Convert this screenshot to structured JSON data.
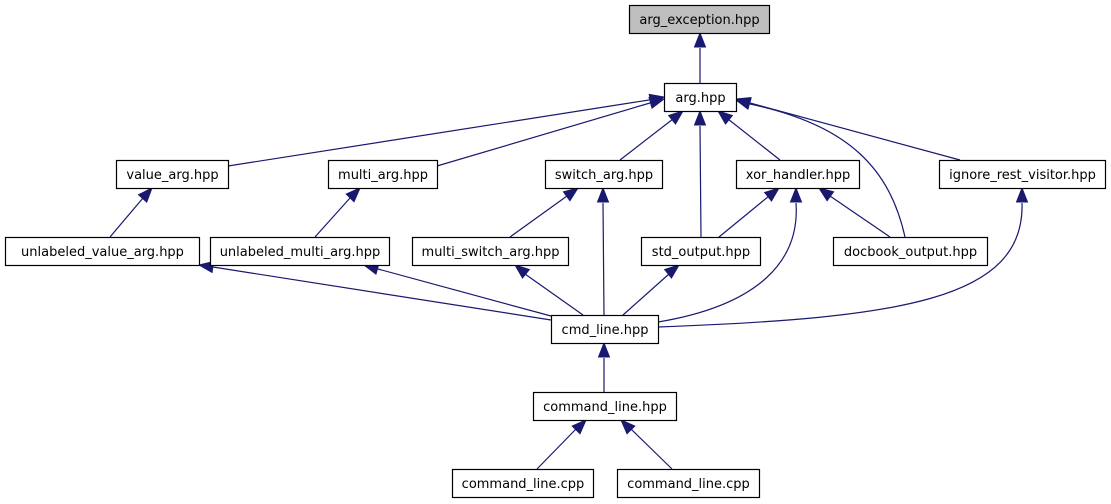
{
  "diagram": {
    "type": "include-dependency-graph",
    "edge_color": "#191970",
    "root_fill": "#bfbfbf",
    "nodes": [
      {
        "id": "arg_exception",
        "label": "arg_exception.hpp",
        "root": true
      },
      {
        "id": "arg",
        "label": "arg.hpp"
      },
      {
        "id": "value_arg",
        "label": "value_arg.hpp"
      },
      {
        "id": "multi_arg",
        "label": "multi_arg.hpp"
      },
      {
        "id": "switch_arg",
        "label": "switch_arg.hpp"
      },
      {
        "id": "xor_handler",
        "label": "xor_handler.hpp"
      },
      {
        "id": "ignore_rest_visitor",
        "label": "ignore_rest_visitor.hpp"
      },
      {
        "id": "unlabeled_value_arg",
        "label": "unlabeled_value_arg.hpp"
      },
      {
        "id": "unlabeled_multi_arg",
        "label": "unlabeled_multi_arg.hpp"
      },
      {
        "id": "multi_switch_arg",
        "label": "multi_switch_arg.hpp"
      },
      {
        "id": "std_output",
        "label": "std_output.hpp"
      },
      {
        "id": "docbook_output",
        "label": "docbook_output.hpp"
      },
      {
        "id": "cmd_line",
        "label": "cmd_line.hpp"
      },
      {
        "id": "command_line_hpp",
        "label": "command_line.hpp"
      },
      {
        "id": "command_line_cpp_1",
        "label": "command_line.cpp"
      },
      {
        "id": "command_line_cpp_2",
        "label": "command_line.cpp"
      }
    ],
    "edges": [
      {
        "from": "arg",
        "to": "arg_exception"
      },
      {
        "from": "value_arg",
        "to": "arg"
      },
      {
        "from": "multi_arg",
        "to": "arg"
      },
      {
        "from": "switch_arg",
        "to": "arg"
      },
      {
        "from": "std_output",
        "to": "arg"
      },
      {
        "from": "xor_handler",
        "to": "arg"
      },
      {
        "from": "docbook_output",
        "to": "arg"
      },
      {
        "from": "ignore_rest_visitor",
        "to": "arg"
      },
      {
        "from": "unlabeled_value_arg",
        "to": "value_arg"
      },
      {
        "from": "unlabeled_multi_arg",
        "to": "multi_arg"
      },
      {
        "from": "multi_switch_arg",
        "to": "switch_arg"
      },
      {
        "from": "cmd_line",
        "to": "switch_arg"
      },
      {
        "from": "std_output",
        "to": "xor_handler"
      },
      {
        "from": "cmd_line",
        "to": "xor_handler"
      },
      {
        "from": "docbook_output",
        "to": "xor_handler"
      },
      {
        "from": "cmd_line",
        "to": "ignore_rest_visitor"
      },
      {
        "from": "cmd_line",
        "to": "unlabeled_value_arg"
      },
      {
        "from": "cmd_line",
        "to": "unlabeled_multi_arg"
      },
      {
        "from": "cmd_line",
        "to": "multi_switch_arg"
      },
      {
        "from": "cmd_line",
        "to": "std_output"
      },
      {
        "from": "command_line_hpp",
        "to": "cmd_line"
      },
      {
        "from": "command_line_cpp_1",
        "to": "command_line_hpp"
      },
      {
        "from": "command_line_cpp_2",
        "to": "command_line_hpp"
      }
    ]
  }
}
